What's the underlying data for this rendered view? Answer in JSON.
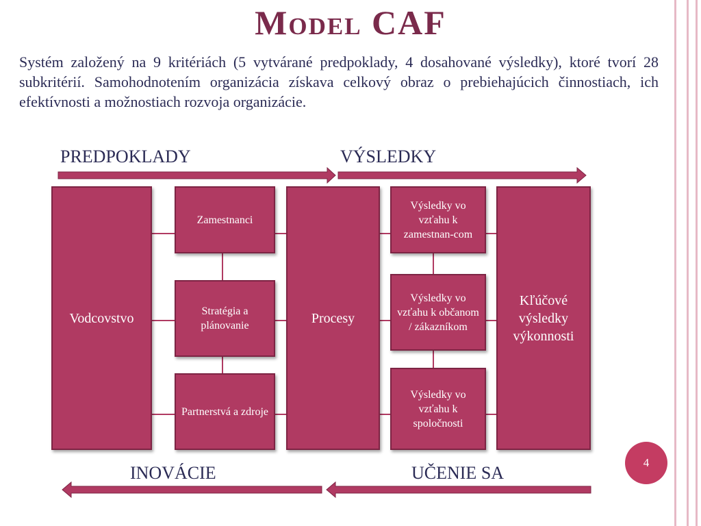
{
  "title": "Model CAF",
  "description": "Systém založený na 9 kritériách (5 vytvárané predpoklady, 4 dosahované výsledky), ktoré tvorí 28 subkritérií. Samohodnotením organizácia získava celkový obraz o prebiehajúcich činnostiach, ich efektívnosti a možnostiach rozvoja organizácie.",
  "headings": {
    "top_left": "PREDPOKLADY",
    "top_right": "VÝSLEDKY",
    "bottom_left": "INOVÁCIE",
    "bottom_right": "UČENIE SA"
  },
  "boxes": {
    "vodcovstvo": "Vodcovstvo",
    "zamestnanci": "Zamestnanci",
    "strategia": "Stratégia a plánovanie",
    "partnerstva": "Partnerstvá a zdroje",
    "procesy": "Procesy",
    "vysledky_zamestnanci": "Výsledky vo vzťahu k zamestnan-com",
    "vysledky_obcania": "Výsledky vo vzťahu k občanom / zákazníkom",
    "vysledky_spolocnost": "Výsledky vo vzťahu k spoločnosti",
    "klucove": "Kľúčové výsledky výkonnosti"
  },
  "page_number": "4",
  "colors": {
    "box_fill": "#b03a62",
    "box_border": "#7d2444",
    "title": "#7a2a4b",
    "text": "#2b2b55",
    "arrow_fill": "#b03a62",
    "page_badge": "#c43c62"
  }
}
